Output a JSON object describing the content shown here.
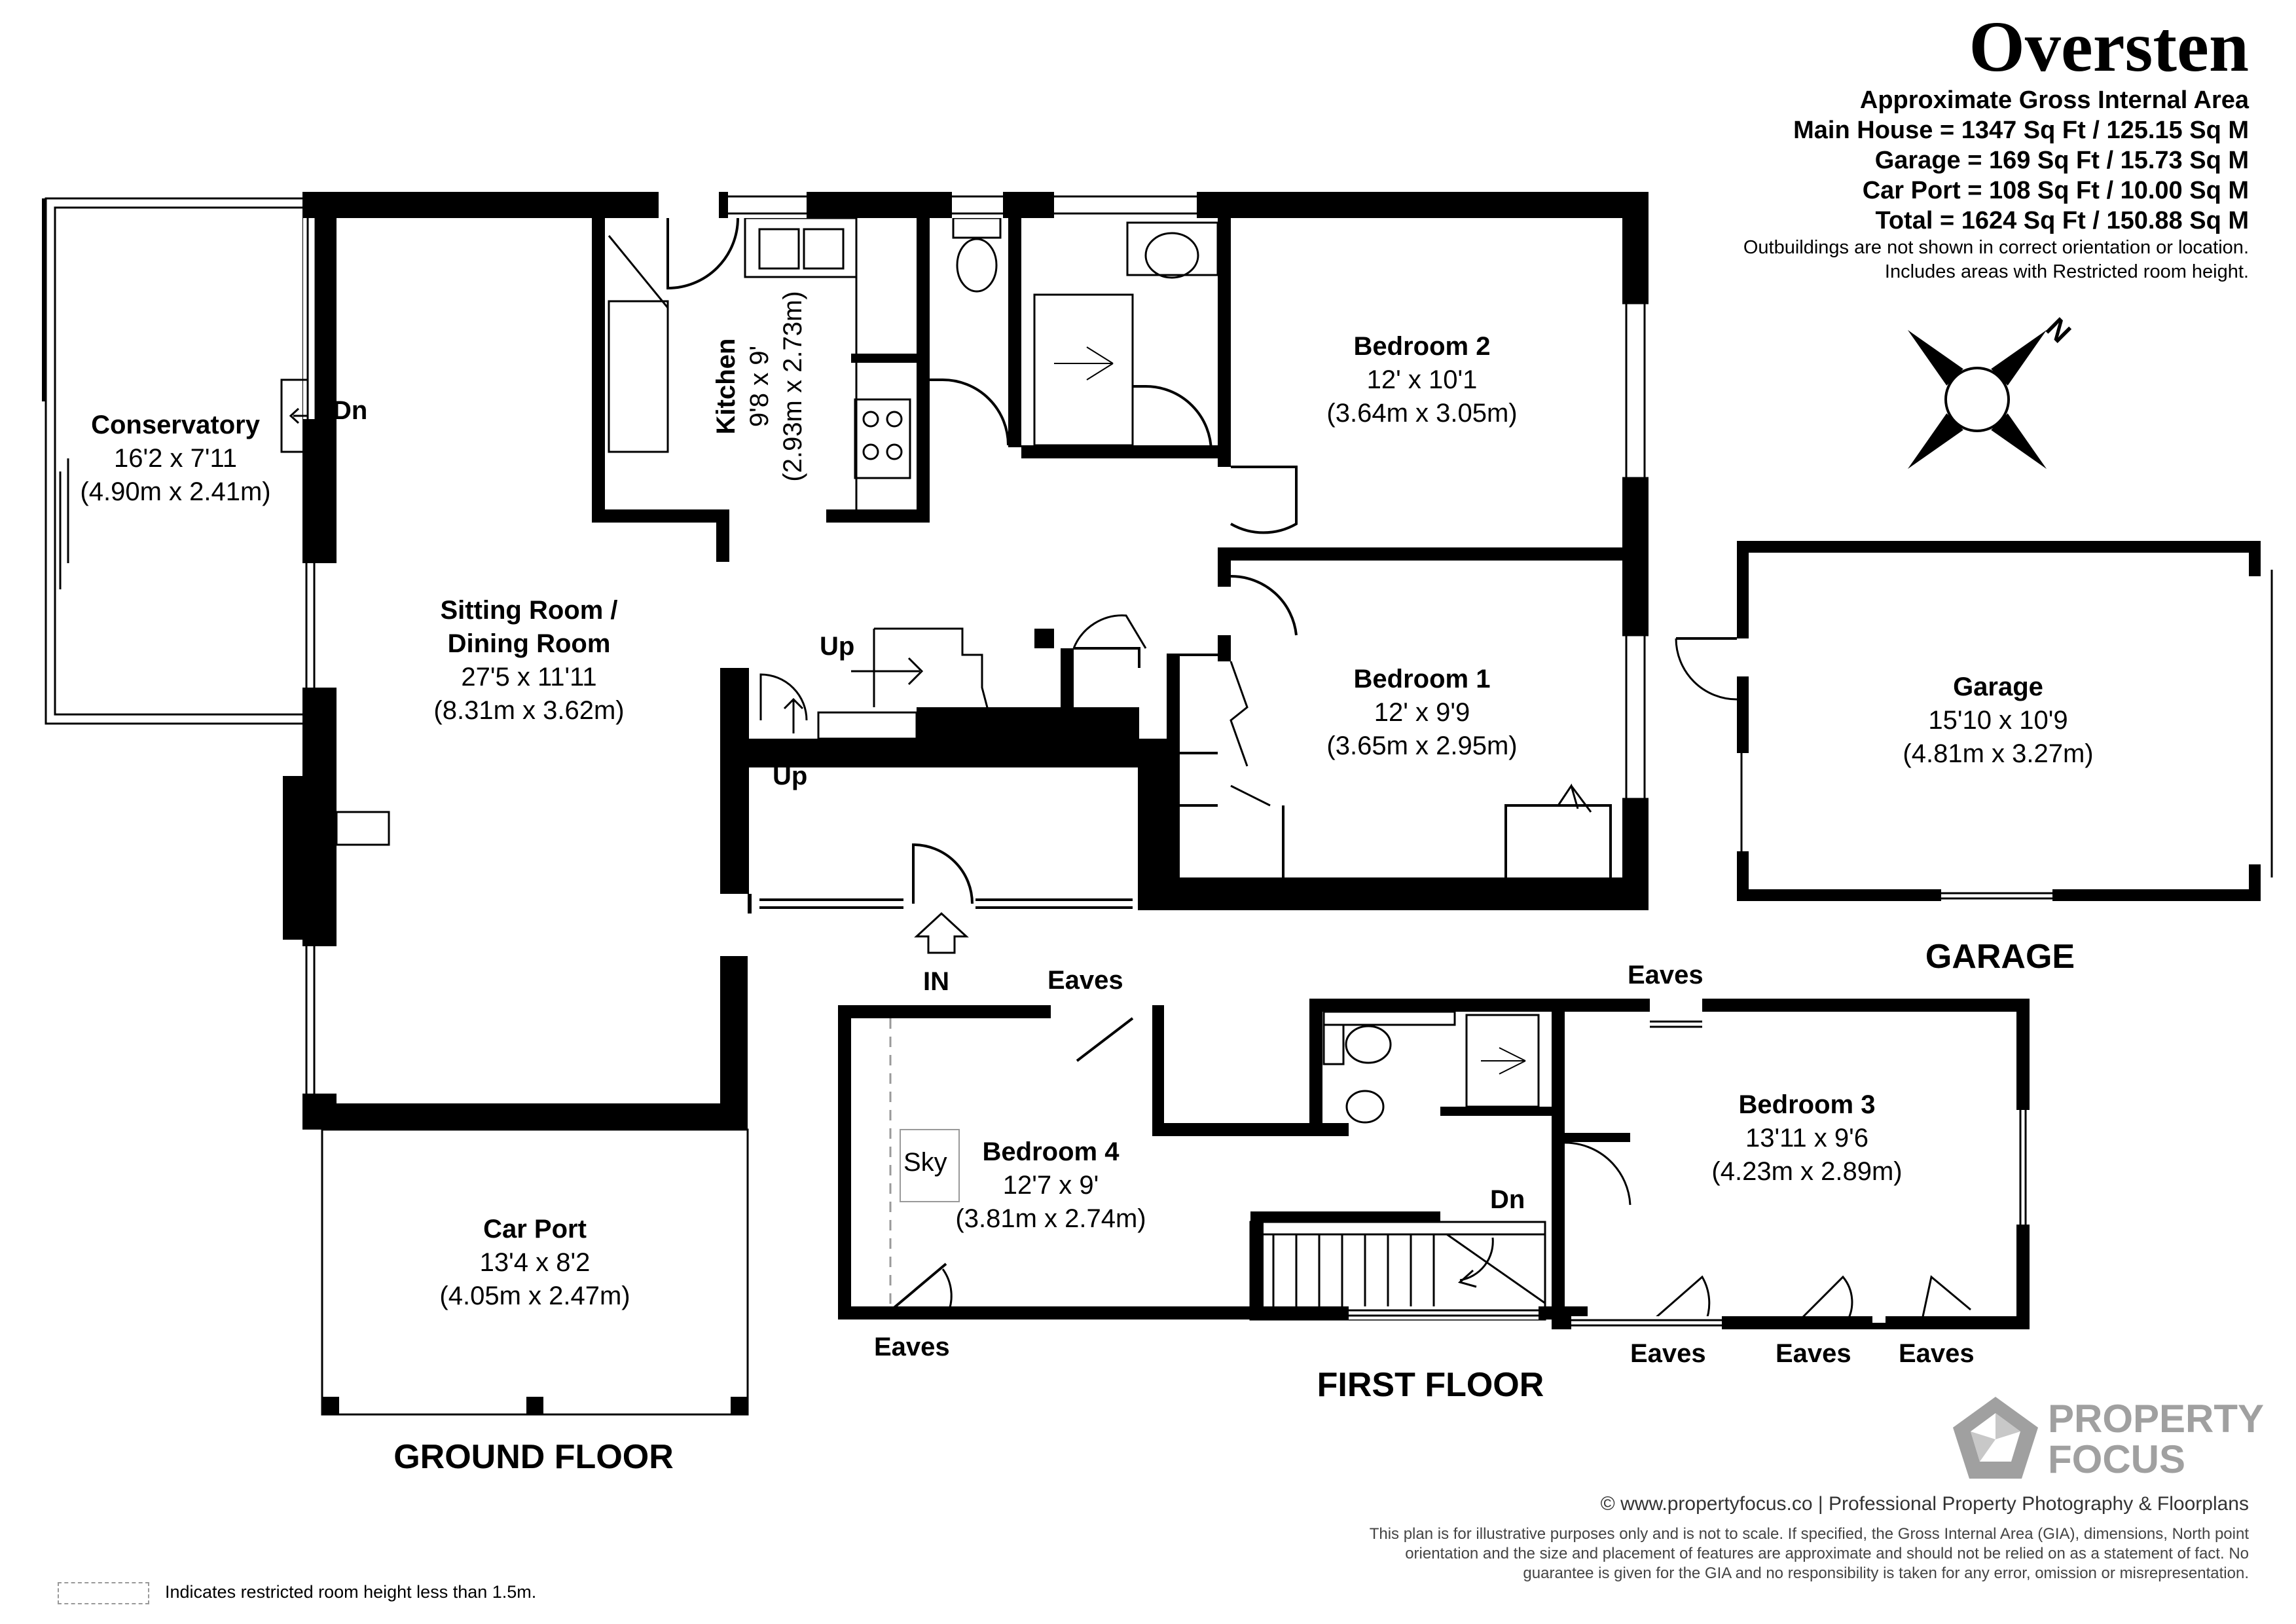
{
  "property": {
    "name": "Oversten",
    "area_title": "Approximate Gross Internal Area",
    "area_lines": [
      "Main House = 1347 Sq Ft / 125.15 Sq M",
      "Garage = 169 Sq Ft / 15.73 Sq M",
      "Car Port = 108 Sq Ft / 10.00 Sq M",
      "Total = 1624 Sq Ft / 150.88 Sq M"
    ],
    "notes": [
      "Outbuildings are not shown in correct orientation or location.",
      "Includes areas with Restricted room height."
    ]
  },
  "floors": {
    "ground": "GROUND FLOOR",
    "first": "FIRST FLOOR",
    "garage": "GARAGE"
  },
  "rooms": {
    "conservatory": {
      "name": "Conservatory",
      "dims": "16'2 x 7'11",
      "metric": "(4.90m x 2.41m)"
    },
    "sitting": {
      "name1": "Sitting Room /",
      "name2": "Dining Room",
      "dims": "27'5 x 11'11",
      "metric": "(8.31m x 3.62m)"
    },
    "kitchen": {
      "name": "Kitchen",
      "dims": "9'8 x 9'",
      "metric": "(2.93m x 2.73m)"
    },
    "bedroom2": {
      "name": "Bedroom 2",
      "dims": "12' x 10'1",
      "metric": "(3.64m x 3.05m)"
    },
    "bedroom1": {
      "name": "Bedroom 1",
      "dims": "12' x 9'9",
      "metric": "(3.65m x 2.95m)"
    },
    "garage": {
      "name": "Garage",
      "dims": "15'10 x 10'9",
      "metric": "(4.81m x 3.27m)"
    },
    "carport": {
      "name": "Car Port",
      "dims": "13'4 x 8'2",
      "metric": "(4.05m x 2.47m)"
    },
    "bedroom4": {
      "name": "Bedroom 4",
      "dims": "12'7 x 9'",
      "metric": "(3.81m x 2.74m)"
    },
    "bedroom3": {
      "name": "Bedroom 3",
      "dims": "13'11 x 9'6",
      "metric": "(4.23m x 2.89m)"
    }
  },
  "labels": {
    "dn": "Dn",
    "up": "Up",
    "in": "IN",
    "eaves": "Eaves",
    "sky": "Sky"
  },
  "compass": {
    "north": "N"
  },
  "brand": {
    "line1": "PROPERTY",
    "line2": "FOCUS",
    "credit": "© www.propertyfocus.co | Professional Property Photography & Floorplans",
    "disclaimer": "This plan is for illustrative purposes only and is not to scale. If specified, the Gross Internal Area (GIA), dimensions, North point orientation and the size and placement of features are approximate and should not be relied on as a statement of fact. No guarantee is given for the GIA and no responsibility is taken for any error, omission or misrepresentation."
  },
  "legend": {
    "text": "Indicates restricted room height less than 1.5m."
  },
  "colors": {
    "wall": "#000000",
    "logo": "#a0a0a0",
    "restricted": "#999999"
  }
}
